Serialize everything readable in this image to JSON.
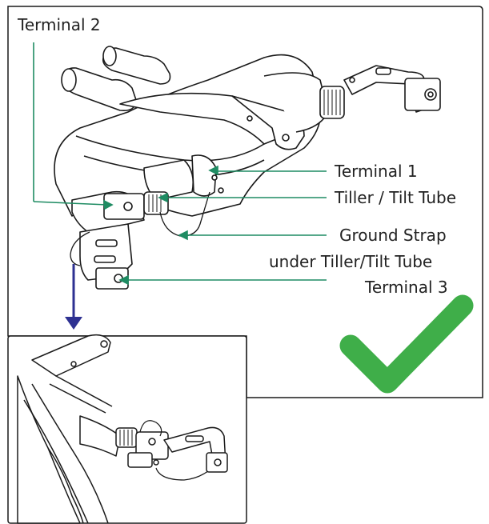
{
  "labels": {
    "terminal_2": "Terminal 2",
    "terminal_1": "Terminal 1",
    "tiller_tilt_tube": "Tiller / Tilt Tube",
    "ground_strap": "Ground Strap",
    "under_tiller": "under Tiller/Tilt Tube",
    "terminal_3": "Terminal 3"
  },
  "colors": {
    "leader": "#1f8c63",
    "arrow": "#2e3192",
    "check": "#3fae49",
    "line": "#1a1a1a"
  },
  "icons": [
    "checkmark-icon",
    "down-arrow-icon"
  ]
}
